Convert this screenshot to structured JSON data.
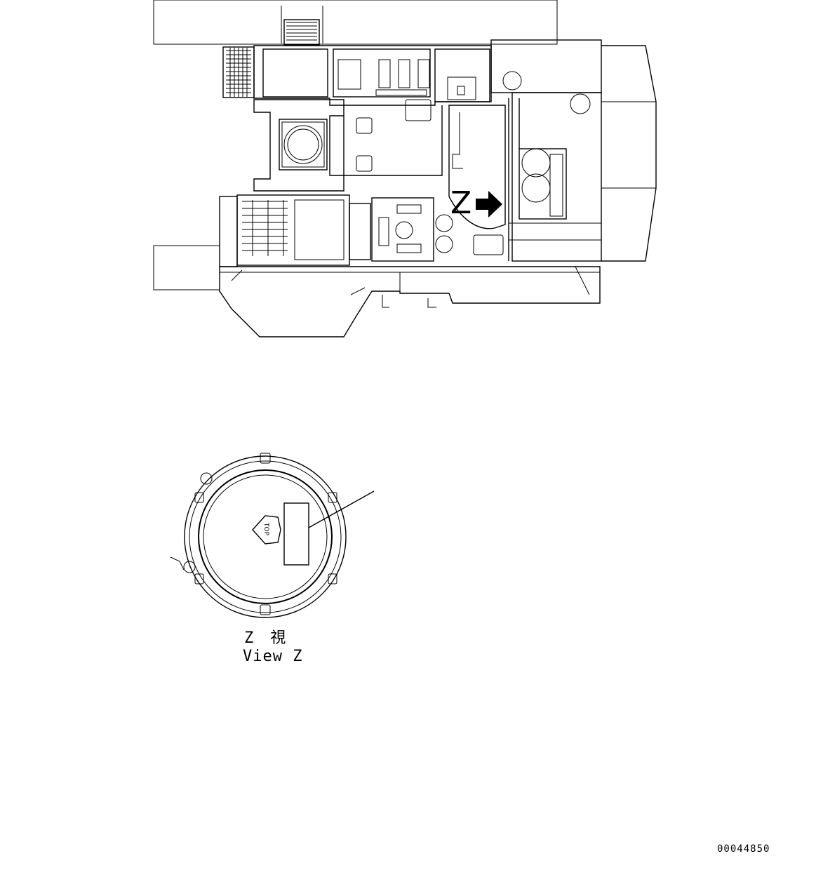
{
  "top_view": {
    "view_marker": "Z"
  },
  "detail_view": {
    "top_marking": "TOP",
    "caption_jp": "Z　視",
    "caption_en": "View Z"
  },
  "document": {
    "number": "00044850"
  }
}
